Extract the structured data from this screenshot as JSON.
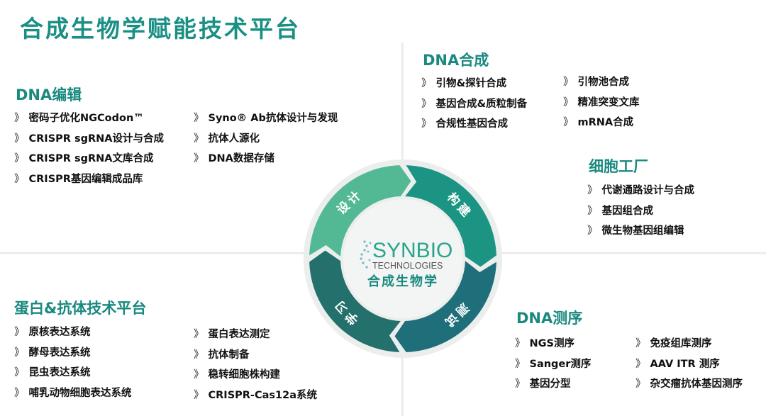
{
  "title": "合成生物学赋能技术平台",
  "center": {
    "logo_main": "SYNBIO",
    "logo_sub": "TECHNOLOGIES",
    "label": "合成生物学"
  },
  "cycle": [
    {
      "label": "设计",
      "color": "#52b994"
    },
    {
      "label": "构建",
      "color": "#1c9483"
    },
    {
      "label": "测试",
      "color": "#1e6f7a"
    },
    {
      "label": "学习",
      "color": "#23706c"
    }
  ],
  "sections": {
    "dna_edit": {
      "heading": "DNA编辑",
      "col1": [
        "密码子优化NGCodon™",
        "CRISPR sgRNA设计与合成",
        "CRISPR sgRNA文库合成",
        "CRISPR基因编辑成品库"
      ],
      "col2": [
        "Syno® Ab抗体设计与发现",
        "抗体人源化",
        "DNA数据存储"
      ]
    },
    "dna_synth": {
      "heading": "DNA合成",
      "col1": [
        "引物&探针合成",
        "基因合成&质粒制备",
        "合规性基因合成"
      ],
      "col2": [
        "引物池合成",
        "精准突变文库",
        "mRNA合成"
      ]
    },
    "cell_factory": {
      "heading": "细胞工厂",
      "col1": [
        "代谢通路设计与合成",
        "基因组合成",
        "微生物基因组编辑"
      ]
    },
    "protein": {
      "heading": "蛋白&抗体技术平台",
      "col1": [
        "原核表达系统",
        "酵母表达系统",
        "昆虫表达系统",
        "哺乳动物细胞表达系统"
      ],
      "col2": [
        "蛋白表达测定",
        "抗体制备",
        "稳转细胞株构建",
        "CRISPR-Cas12a系统"
      ]
    },
    "dna_seq": {
      "heading": "DNA测序",
      "col1": [
        "NGS测序",
        "Sanger测序",
        "基因分型"
      ],
      "col2": [
        "免疫组库测序",
        "AAV ITR 测序",
        "杂交瘤抗体基因测序"
      ]
    }
  },
  "bullet": "》"
}
